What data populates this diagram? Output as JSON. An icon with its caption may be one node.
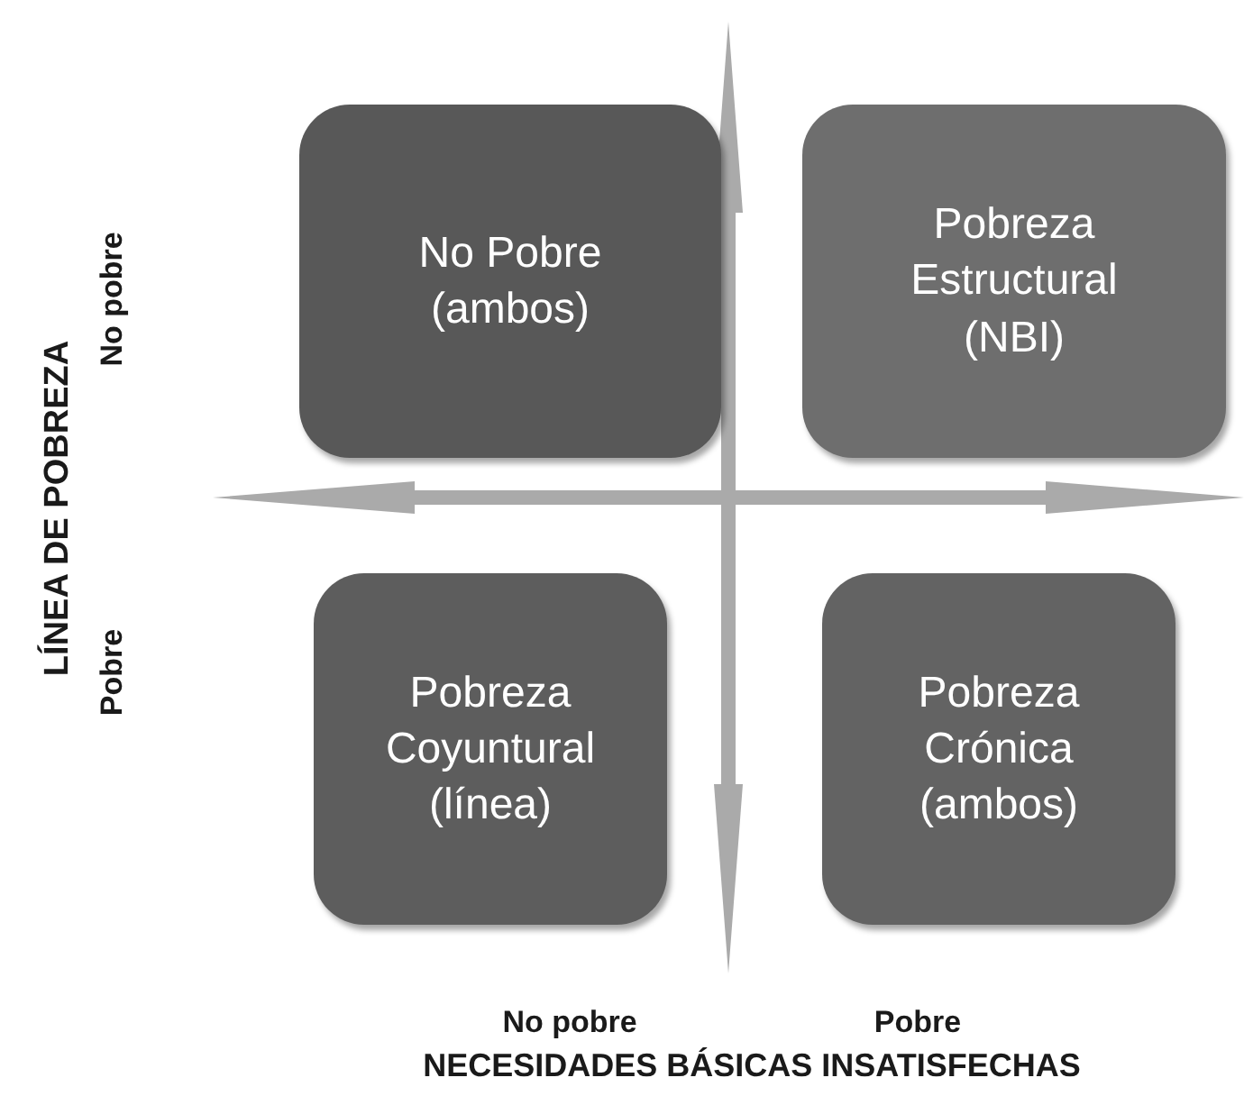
{
  "diagram": {
    "nodes": [
      {
        "text": [
          "No Pobre (ambos)"
        ]
      },
      {
        "text": [
          "Pobreza Estructural (NBI)"
        ]
      },
      {
        "text": [
          "Pobreza Coyuntural (línea)"
        ]
      },
      {
        "text": [
          "Pobreza Crónica (ambos)"
        ]
      }
    ],
    "labels": [
      "LÍNEA DE POBREZA",
      "No pobre",
      "Pobre",
      "No pobre",
      "Pobre",
      "NECESIDADES BÁSICAS INSATISFECHAS"
    ]
  }
}
